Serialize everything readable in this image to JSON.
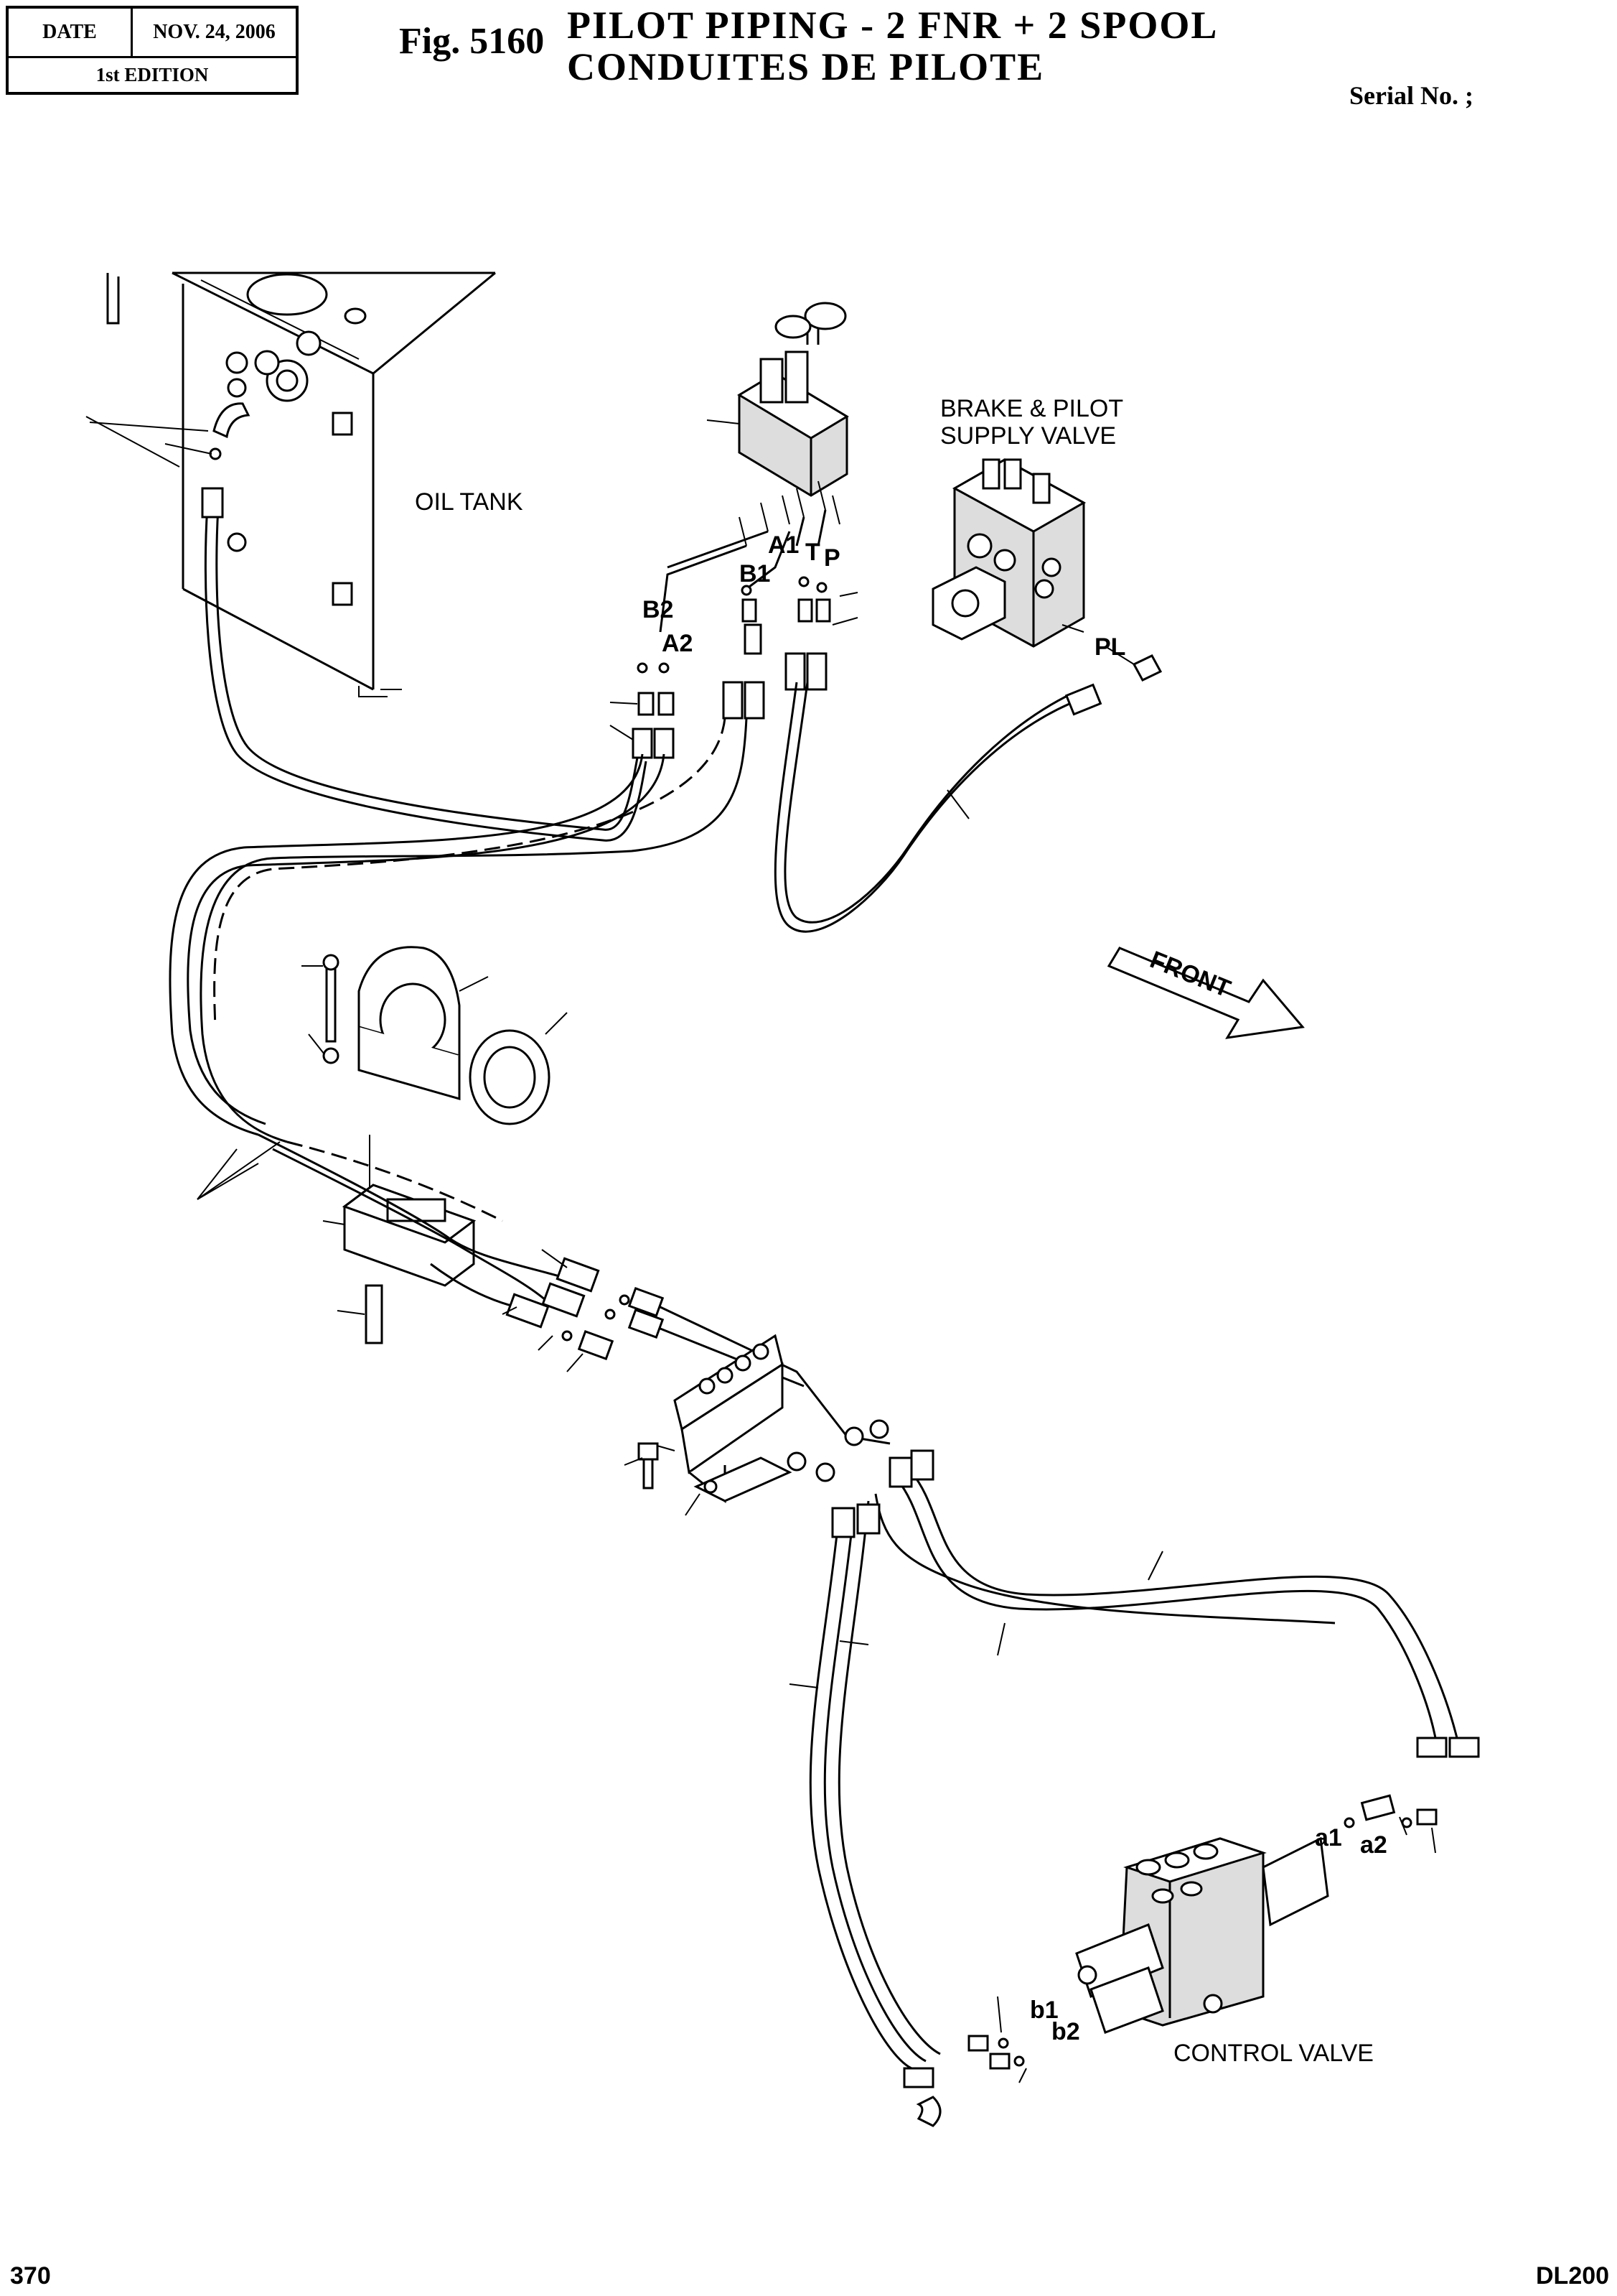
{
  "header": {
    "date_label": "DATE",
    "date_value": "NOV. 24, 2006",
    "edition": "1st EDITION",
    "fig_label": "Fig. 5160",
    "title_en": "PILOT PIPING - 2 FNR + 2 SPOOL",
    "title_fr": "CONDUITES DE PILOTE",
    "serial": "Serial No. ;"
  },
  "diagram": {
    "components": {
      "oil_tank": "OIL TANK",
      "brake_pilot_line1": "BRAKE & PILOT",
      "brake_pilot_line2": "SUPPLY VALVE",
      "control_valve": "CONTROL VALVE",
      "front_arrow": "FRONT"
    },
    "ports": {
      "b2": "B2",
      "a2": "A2",
      "b1": "B1",
      "a1": "A1",
      "t": "T",
      "p": "P",
      "pl": "PL",
      "cv_a1": "a1",
      "cv_a2": "a2",
      "cv_b1": "b1",
      "cv_b2": "b2"
    }
  },
  "footer": {
    "page_number": "370",
    "model": "DL200"
  }
}
